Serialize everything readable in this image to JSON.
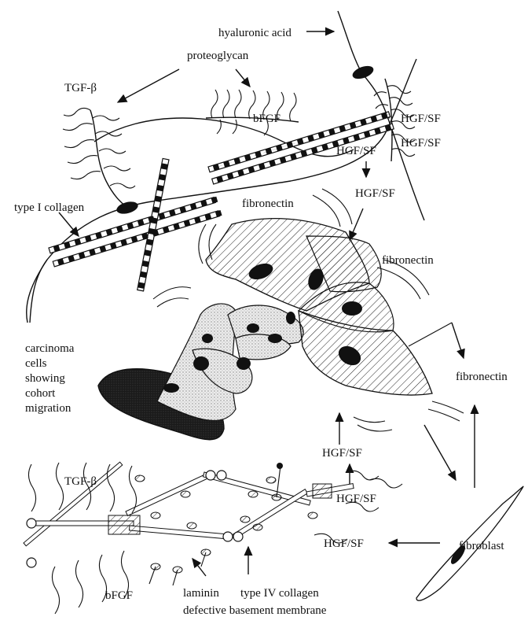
{
  "labels": {
    "hyaluronic_acid": "hyaluronic acid",
    "proteoglycan": "proteoglycan",
    "tgf_beta_top": "TGF-β",
    "bfgf_top": "bFGF",
    "hgf_sf_1": "HGF/SF",
    "hgf_sf_2": "HGF/SF",
    "hgf_sf_3": "HGF/SF",
    "hgf_sf_4": "HGF/SF",
    "type_i_collagen": "type I collagen",
    "fibronectin_1": "fibronectin",
    "fibronectin_2": "fibronectin",
    "fibronectin_3": "fibronectin",
    "carcinoma_line1": "carcinoma",
    "carcinoma_line2": "cells",
    "carcinoma_line3": "showing",
    "carcinoma_line4": "cohort",
    "carcinoma_line5": "migration",
    "hgf_sf_5": "HGF/SF",
    "hgf_sf_6": "HGF/SF",
    "hgf_sf_7": "HGF/SF",
    "tgf_beta_bottom": "TGF-β",
    "bfgf_bottom": "bFGF",
    "fibroblast": "fibroblast",
    "laminin": "laminin",
    "type_iv_collagen": "type IV collagen",
    "defective_bm": "defective basement membrane"
  },
  "colors": {
    "ink": "#111111",
    "tumor_dark": "#1a1a1a",
    "stipple": "#cfcfcf"
  }
}
